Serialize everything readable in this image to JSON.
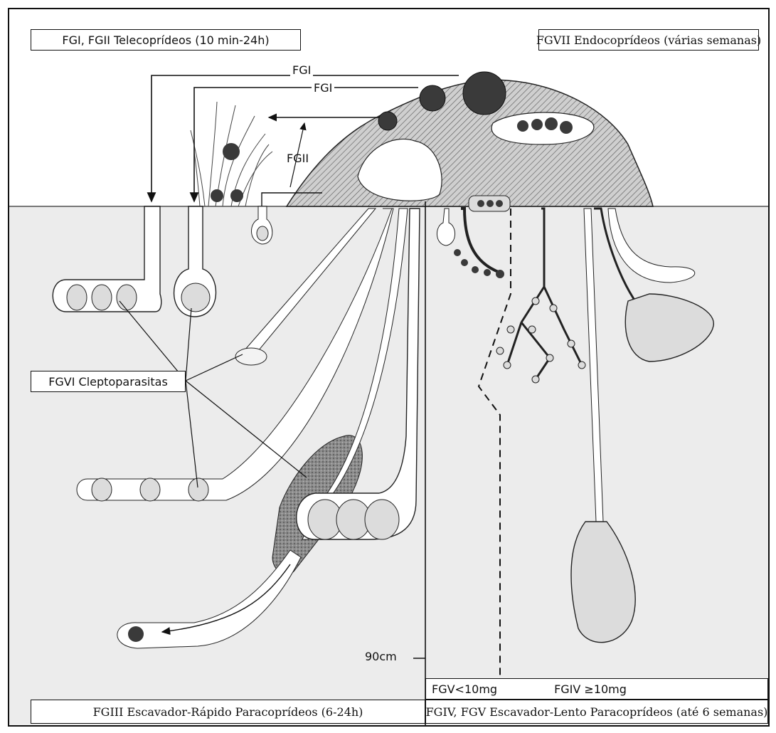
{
  "labels": {
    "telecoprideos": "FGI, FGII Telecoprídeos (10 min-24h)",
    "endocoprideos": "FGVII Endocoprídeos (várias semanas)",
    "fgi_top": "FGI",
    "fgi_second": "FGI",
    "fgii": "FGII",
    "cleptoparasitas": "FGVI Cleptoparasitas",
    "depth": "90cm",
    "fgv_weight": "FGV<10mg",
    "fgiv_weight": "FGIV ≥10mg",
    "rapido": "FGIII Escavador-Rápido Paracoprídeos (6-24h)",
    "lento": "FGIV, FGV Escavador-Lento Paracoprídeos (até 6 semanas)"
  },
  "colors": {
    "soil": "#ececec",
    "ink": "#111111",
    "dung": "#bdbdbd",
    "ball": "#3a3a3a",
    "brood": "#dcdcdc",
    "backfill": "#9b9b9b"
  }
}
